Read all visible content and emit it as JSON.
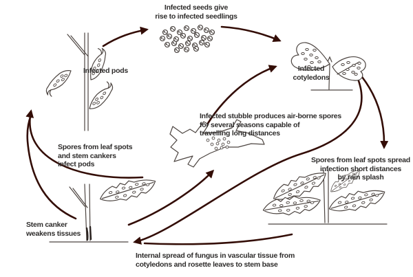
{
  "diagram": {
    "labels": {
      "seeds": "Infected seeds give\nrise to infected seedlings",
      "pods": "Infected pods",
      "cotyledons": "Infected\ncotyledons",
      "stubble": "Infected stubble produces air-borne spores\nfor several seasons capable of\ntravelling long distances",
      "spores_pods": "Spores from leaf spots\nand stem cankers\ninfect pods",
      "rain_splash": "Spores from leaf spots spread\ninfection short distances\nby rain splash",
      "stem_canker": "Stem canker\nweakens tissues",
      "internal_spread": "Internal spread of fungus in vascular tissue from\ncotyledons and rosette leaves to stem base"
    },
    "illustrations": [
      "infected-pods-plant",
      "infected-seed-cluster",
      "infected-cotyledon-seedling",
      "infected-stubble",
      "stem-canker-plant",
      "rosette-plant"
    ],
    "colors": {
      "arrow": "#330d06",
      "outline": "#4c4440",
      "text": "#2e2c2b",
      "background": "#ffffff"
    }
  }
}
